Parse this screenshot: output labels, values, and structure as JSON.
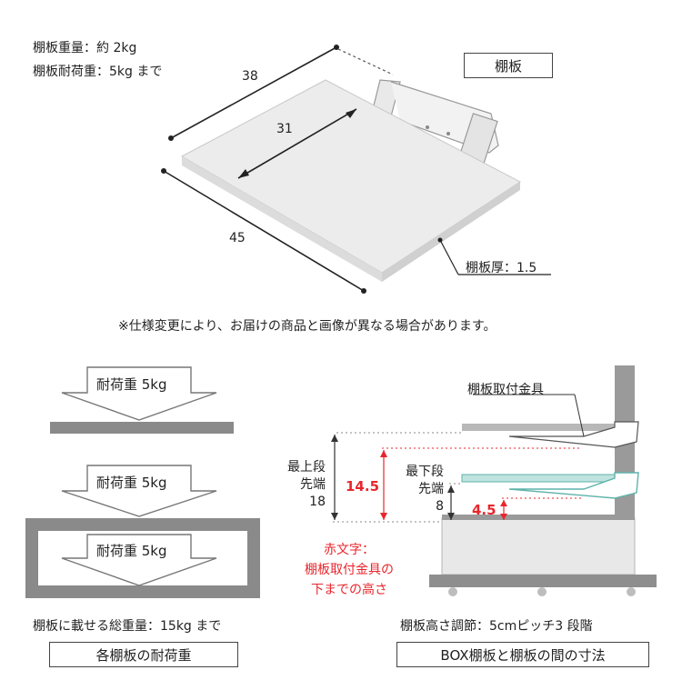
{
  "specs": {
    "weight": "棚板重量：約 2kg",
    "load": "棚板耐荷重：5kg まで"
  },
  "title_tag": "棚板",
  "dims": {
    "d38": "38",
    "d31": "31",
    "d45": "45",
    "thickness": "棚板厚：1.5"
  },
  "note": "※仕様変更により、お届けの商品と画像が異なる場合があります。",
  "load_panel": {
    "arrow_label_1": "耐荷重 5kg",
    "arrow_label_2": "耐荷重 5kg",
    "arrow_label_3": "耐荷重 5kg",
    "total_text": "棚板に載せる総重量：15kg まで",
    "caption": "各棚板の耐荷重"
  },
  "height_panel": {
    "bracket_label": "棚板取付金具",
    "top_label_line1": "最上段",
    "top_label_line2": "先端",
    "top_value": "18",
    "top_red_value": "14.5",
    "bottom_label_line1": "最下段",
    "bottom_label_line2": "先端",
    "bottom_value": "8",
    "bottom_red_value": "4.5",
    "red_note_1": "赤文字：",
    "red_note_2": "棚板取付金具の",
    "red_note_3": "下までの高さ",
    "adjust_text": "棚板高さ調節：5cmピッチ3 段階",
    "caption": "BOX棚板と棚板の間の寸法"
  },
  "colors": {
    "red": "#e8262d",
    "teal": "#bfe3df",
    "teal_stroke": "#5fb3ab",
    "gray": "#8a8a8a"
  }
}
